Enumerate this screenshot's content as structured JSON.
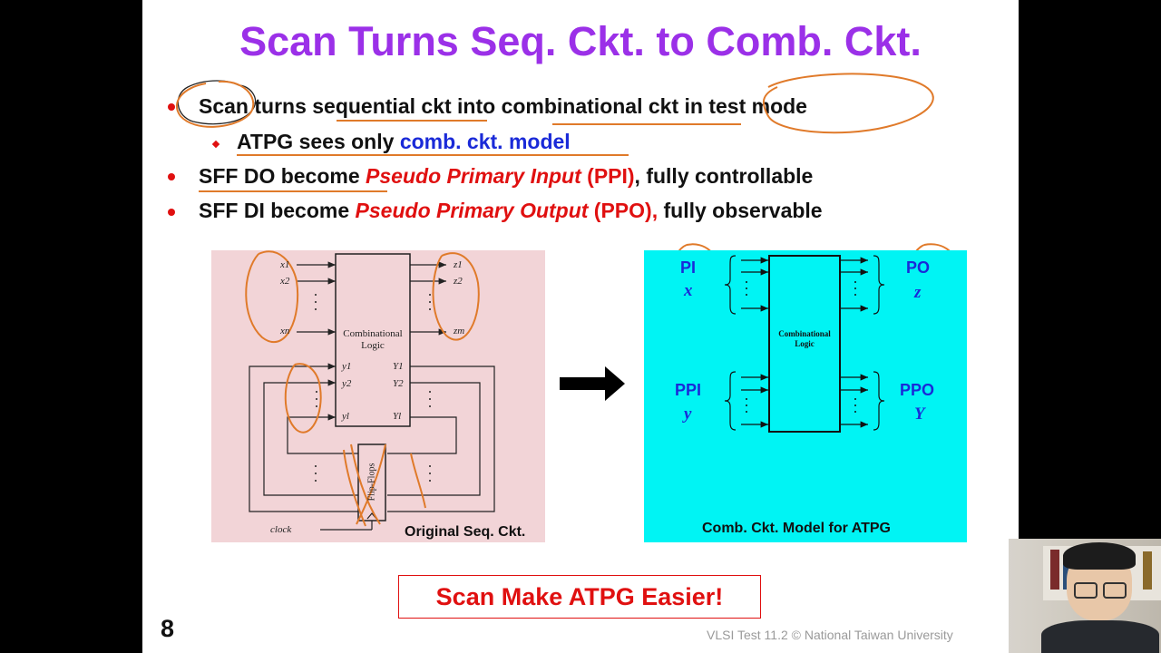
{
  "slide": {
    "title": "Scan Turns Seq. Ckt. to Comb. Ckt.",
    "bullets": [
      {
        "pre": "Scan turns sequential ckt into combinational ckt in test mode"
      },
      {
        "sub_a": "ATPG sees only ",
        "sub_b": "comb. ckt. model"
      },
      {
        "a": "SFF DO become ",
        "b": "Pseudo Primary Input",
        "c": " (PPI)",
        "d": ", fully controllable"
      },
      {
        "a": "SFF DI become ",
        "b": "Pseudo Primary Output",
        "c": " (PPO),",
        "d": " fully observable"
      }
    ],
    "left_figure": {
      "caption": "Original Seq. Ckt.",
      "block_label_1": "Combinational",
      "block_label_2": "Logic",
      "ff_label": "Flip-Flops",
      "clock_label": "clock",
      "inputs": [
        "x1",
        "x2",
        "xn"
      ],
      "outputs": [
        "z1",
        "z2",
        "zm"
      ],
      "state_in": [
        "y1",
        "y2",
        "yl"
      ],
      "state_out": [
        "Y1",
        "Y2",
        "Yl"
      ]
    },
    "right_figure": {
      "caption": "Comb. Ckt. Model for ATPG",
      "block_label_1": "Combinational",
      "block_label_2": "Logic",
      "pi": "PI",
      "pi_var": "x",
      "po": "PO",
      "po_var": "z",
      "ppi": "PPI",
      "ppi_var": "y",
      "ppo": "PPO",
      "ppo_var": "Y"
    },
    "callout": "Scan Make ATPG Easier!",
    "page_number": "8",
    "footer": "VLSI  Test 11.2 © National  Taiwan University"
  },
  "colors": {
    "title": "#9b30e8",
    "accent_red": "#e01010",
    "accent_blue": "#1a2ad8",
    "annotation": "#e07a2a",
    "left_panel": "#f2d4d7",
    "right_panel": "#00f4f4"
  }
}
